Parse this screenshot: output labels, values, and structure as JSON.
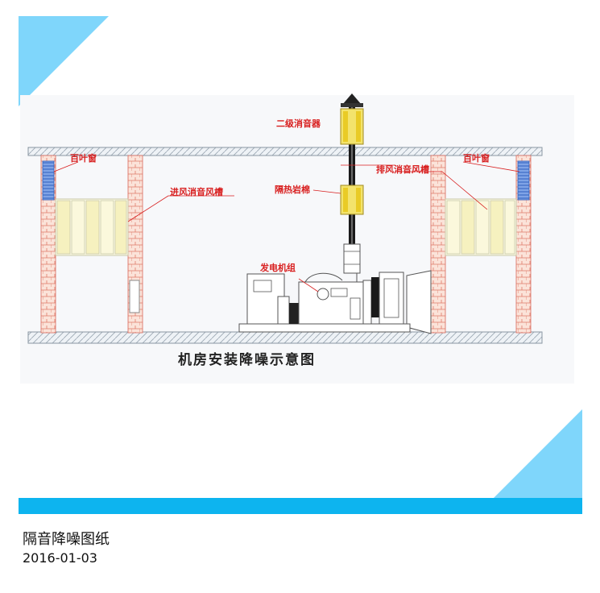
{
  "diagram": {
    "title": "机房安装降噪示意图",
    "labels": {
      "secondary_muffler": "二级消音器",
      "louver_left": "百叶窗",
      "louver_right": "百叶窗",
      "intake_duct": "进风消音风槽",
      "exhaust_duct": "排风消音风槽",
      "insulation": "隔热岩棉",
      "generator": "发电机组"
    },
    "colors": {
      "accent_blue": "#0db4ef",
      "triangle_blue": "#7fd6fb",
      "label_red": "#d81f1f",
      "muffler_yellow": "#f3e36c"
    }
  },
  "caption": {
    "title": "隔音降噪图纸",
    "date": "2016-01-03"
  }
}
